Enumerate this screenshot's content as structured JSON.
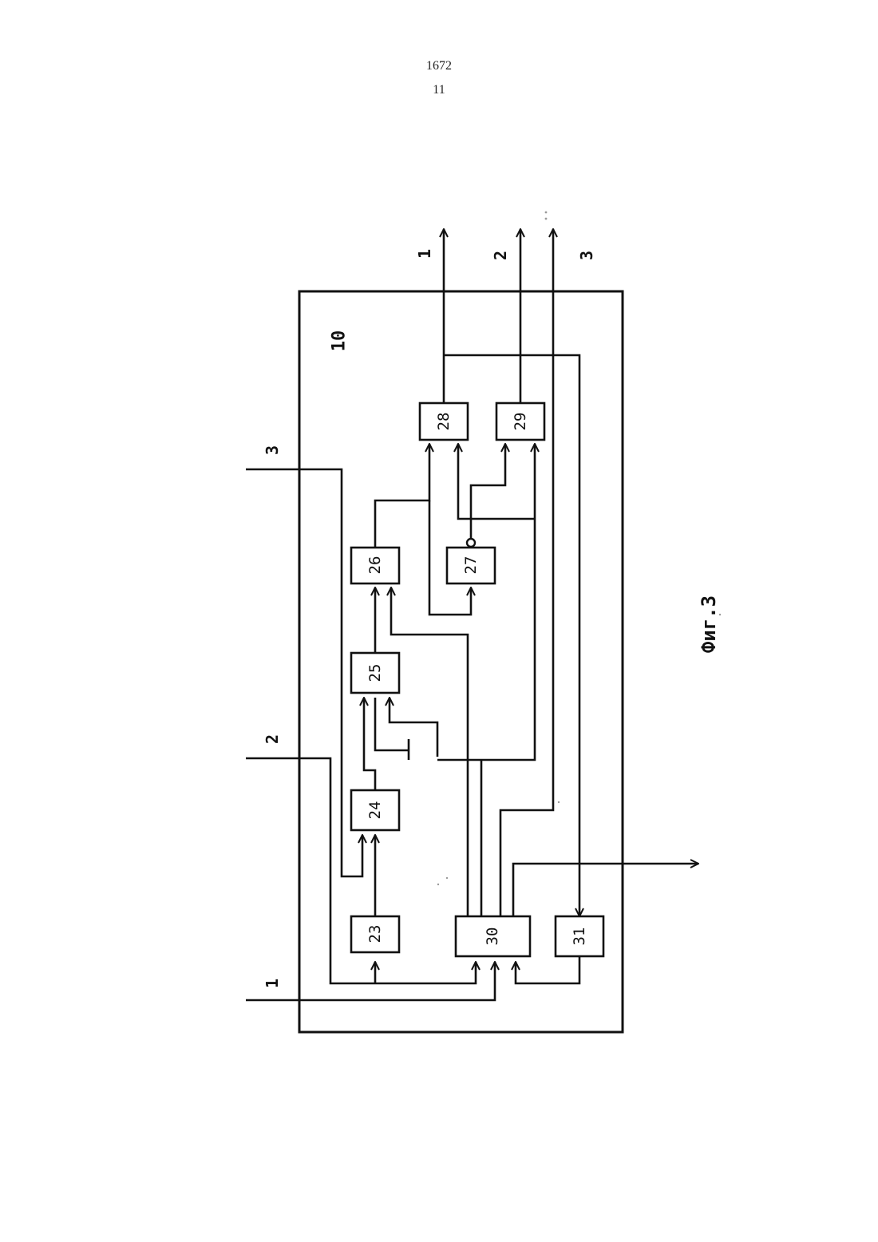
{
  "header": {
    "page_code": "1672",
    "page_number": "11"
  },
  "figure": {
    "caption": "Фиг.3",
    "device_label": "10",
    "inputs": [
      "1",
      "2",
      "3"
    ],
    "outputs": [
      "1",
      "2",
      "3"
    ],
    "blocks": [
      "23",
      "24",
      "25",
      "26",
      "27",
      "28",
      "29",
      "30",
      "31"
    ]
  },
  "colors": {
    "ink": "#111111",
    "paper": "#ffffff"
  }
}
